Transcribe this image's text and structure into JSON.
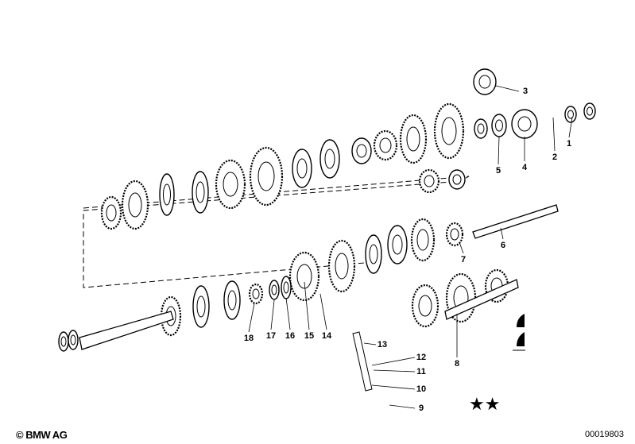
{
  "diagram": {
    "callouts": [
      "1",
      "2",
      "3",
      "4",
      "5",
      "6",
      "7",
      "8",
      "9",
      "10",
      "11",
      "12",
      "13",
      "14",
      "15",
      "16",
      "17",
      "18"
    ],
    "copyright": "© BMW AG",
    "document_number": "00019803",
    "marker": "★★"
  }
}
